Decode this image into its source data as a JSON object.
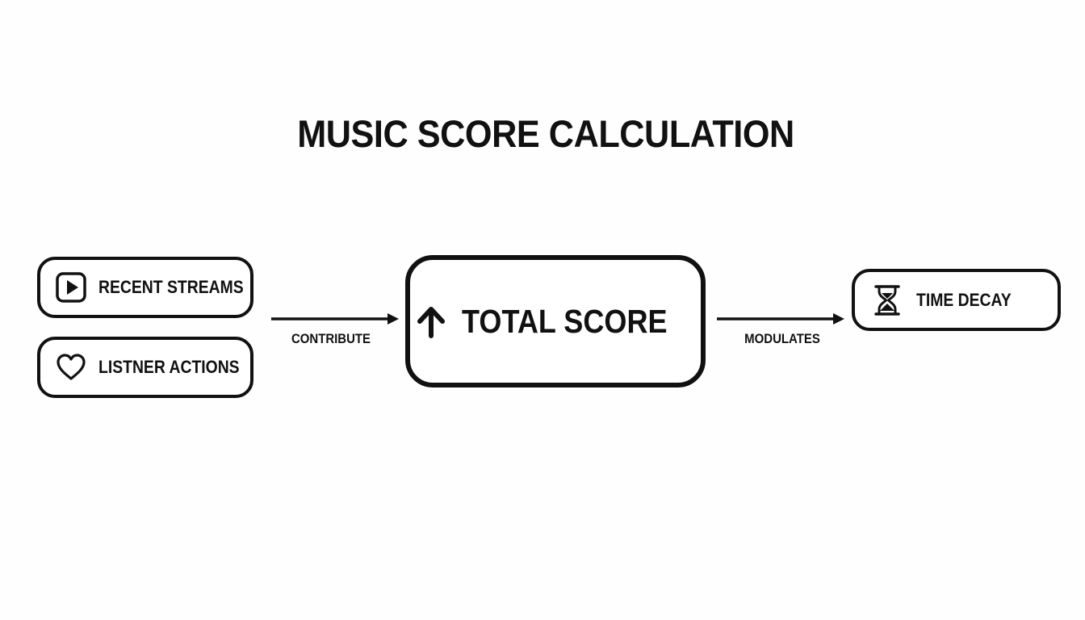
{
  "title": "MUSIC SCORE CALCULATION",
  "nodes": {
    "recent_streams": {
      "label": "RECENT STREAMS",
      "icon": "play-icon"
    },
    "listener_actions": {
      "label": "LISTNER ACTIONS",
      "icon": "heart-icon"
    },
    "total_score": {
      "label": "TOTAL SCORE",
      "icon": "arrow-up-icon"
    },
    "time_decay": {
      "label": "TIME DECAY",
      "icon": "hourglass-icon"
    }
  },
  "edges": {
    "contribute": {
      "label": "CONTRIBUTE",
      "from": [
        "recent_streams",
        "listener_actions"
      ],
      "to": "total_score"
    },
    "modulates": {
      "label": "MODULATES",
      "from": "total_score",
      "to": "time_decay"
    }
  },
  "colors": {
    "stroke": "#111111",
    "background": "#fefefe"
  }
}
